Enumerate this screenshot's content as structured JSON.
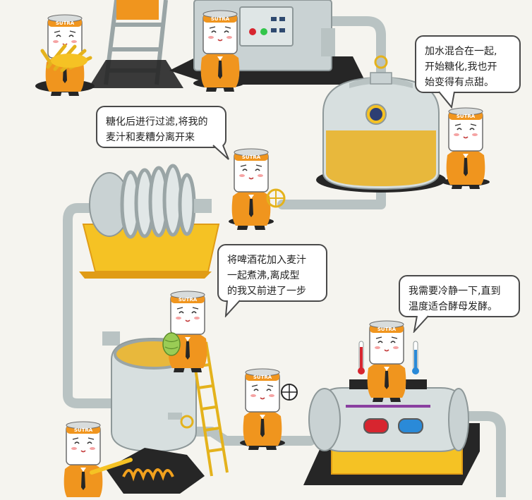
{
  "bubbles": {
    "saccharify": [
      "加水混合在一起,",
      "开始糖化,我也开",
      "始变得有点甜。"
    ],
    "filter": [
      "糖化后进行过滤,将我的",
      "麦汁和麦糟分离开来"
    ],
    "boil": [
      "将啤酒花加入麦汁",
      "一起煮沸,离成型",
      "的我又前进了一步"
    ],
    "cool": [
      "我需要冷静一下,直到",
      "温度适合酵母发酵。"
    ]
  },
  "brand_label": "SUTRA",
  "colors": {
    "orange": "#f0951e",
    "yellow": "#f5c224",
    "malt": "#e8b83c",
    "steel": "#c9d2d3",
    "pipe": "#b9c3c3",
    "dark": "#262626",
    "red_window": "#d7252f",
    "blue_window": "#2a8ad8",
    "flame": "#f1a11d"
  },
  "icons": [
    "malt-sheaf-icon",
    "hop-cone-icon",
    "valve-wheel-icon",
    "thermometer-icon",
    "control-button-icon",
    "fire-icon"
  ]
}
